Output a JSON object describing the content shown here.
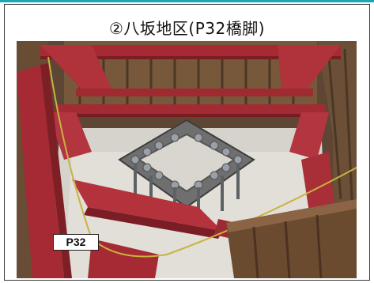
{
  "title": "②八坂地区(P32橋脚)",
  "photo": {
    "subject": "construction-site-photo",
    "label": "P32"
  },
  "colors": {
    "accent_rule": "#1aa6b7",
    "steel_beam": "#b2303a",
    "sheet_pile": "#6b4a2e",
    "concrete": "#d9d6cf"
  }
}
